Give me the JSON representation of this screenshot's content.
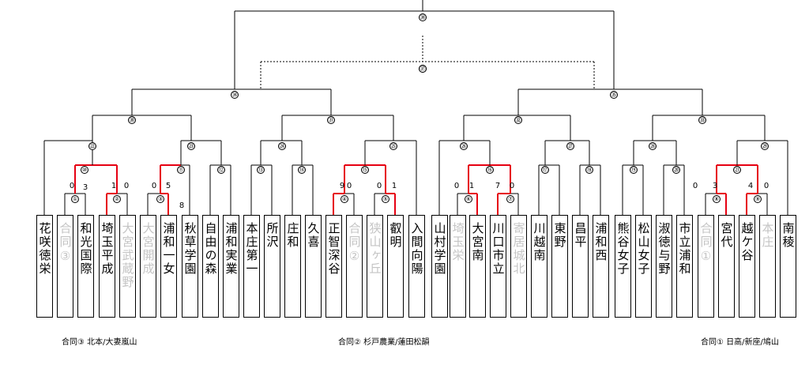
{
  "teams": [
    {
      "name": "花咲徳栄",
      "gray": false
    },
    {
      "name": "合同③",
      "gray": true
    },
    {
      "name": "和光国際",
      "gray": false
    },
    {
      "name": "埼玉平成",
      "gray": false
    },
    {
      "name": "大宮武蔵野",
      "gray": true
    },
    {
      "name": "大宮開成",
      "gray": true
    },
    {
      "name": "浦和一女",
      "gray": false
    },
    {
      "name": "秋草学園",
      "gray": false
    },
    {
      "name": "自由の森",
      "gray": false
    },
    {
      "name": "浦和実業",
      "gray": false
    },
    {
      "name": "本庄第一",
      "gray": false
    },
    {
      "name": "所沢",
      "gray": false
    },
    {
      "name": "庄和",
      "gray": false
    },
    {
      "name": "久喜",
      "gray": false
    },
    {
      "name": "正智深谷",
      "gray": false
    },
    {
      "name": "合同②",
      "gray": true
    },
    {
      "name": "狭山ヶ丘",
      "gray": true
    },
    {
      "name": "叡明",
      "gray": false
    },
    {
      "name": "入間向陽",
      "gray": false
    },
    {
      "name": "山村学園",
      "gray": false
    },
    {
      "name": "埼玉栄",
      "gray": true
    },
    {
      "name": "大宮南",
      "gray": false
    },
    {
      "name": "川口市立",
      "gray": false
    },
    {
      "name": "寄居城北",
      "gray": true
    },
    {
      "name": "川越南",
      "gray": false
    },
    {
      "name": "東野",
      "gray": false
    },
    {
      "name": "昌平",
      "gray": false
    },
    {
      "name": "浦和西",
      "gray": false
    },
    {
      "name": "熊谷女子",
      "gray": false
    },
    {
      "name": "松山女子",
      "gray": false
    },
    {
      "name": "淑徳与野",
      "gray": false
    },
    {
      "name": "市立浦和",
      "gray": false
    },
    {
      "name": "合同①",
      "gray": true
    },
    {
      "name": "宮代",
      "gray": false
    },
    {
      "name": "越ケ谷",
      "gray": false
    },
    {
      "name": "本庄",
      "gray": true
    },
    {
      "name": "南稜",
      "gray": false
    }
  ],
  "game_numbers": [
    "①",
    "②",
    "③",
    "④",
    "⑤",
    "⑥",
    "⑦",
    "⑧",
    "⑨",
    "⑩",
    "⑪",
    "⑫",
    "⑬",
    "⑭",
    "⑮",
    "⑯",
    "⑰",
    "⑱",
    "⑲",
    "⑳",
    "㉑",
    "㉒",
    "㉓",
    "㉔",
    "㉕",
    "㉖",
    "㉗",
    "㉘",
    "㉙",
    "㉚",
    "㉛",
    "㉜",
    "㉝",
    "㉞",
    "㉟",
    "㊱",
    "㊲",
    "㊳"
  ],
  "scores": [
    "0",
    "3",
    "1",
    "0",
    "0",
    "5",
    "8",
    "9",
    "0",
    "0",
    "1",
    "0",
    "1",
    "7",
    "0",
    "0",
    "3",
    "4",
    "0"
  ],
  "notes": {
    "left": "合同③ 北本/大妻嵐山",
    "center": "合同② 杉戸農業/蓮田松韻",
    "right": "合同① 日高/新座/鳩山"
  },
  "colors": {
    "line": "#000000",
    "winner": "#e60012",
    "gray_text": "#c4c4c4"
  }
}
